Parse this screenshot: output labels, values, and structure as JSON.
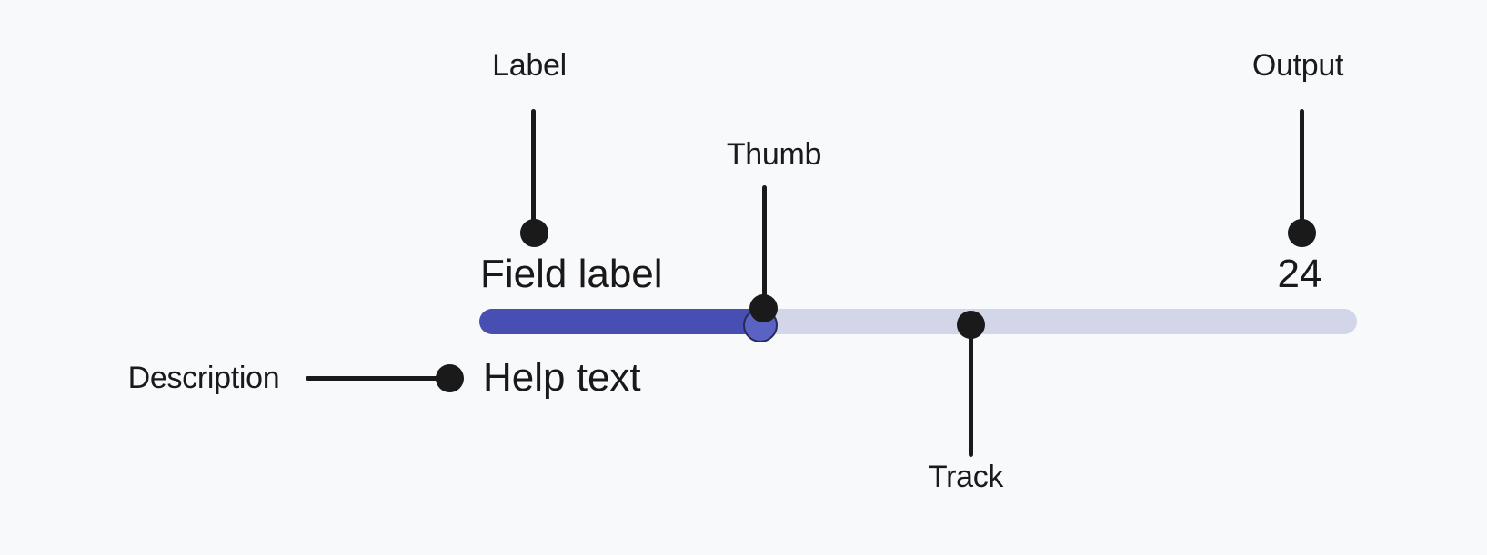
{
  "component": {
    "type": "slider",
    "field_label": "Field label",
    "help_text": "Help text",
    "output_value": "24",
    "value_percent": 32,
    "colors": {
      "background": "#f8f9fb",
      "track": "#d3d5e8",
      "track_fill": "#4750b2",
      "thumb_fill": "#5a62c4",
      "thumb_border": "#262a54",
      "annotation": "#1a1a1a",
      "text": "#191919"
    }
  },
  "annotations": {
    "label": "Label",
    "thumb": "Thumb",
    "output": "Output",
    "description": "Description",
    "track": "Track"
  }
}
